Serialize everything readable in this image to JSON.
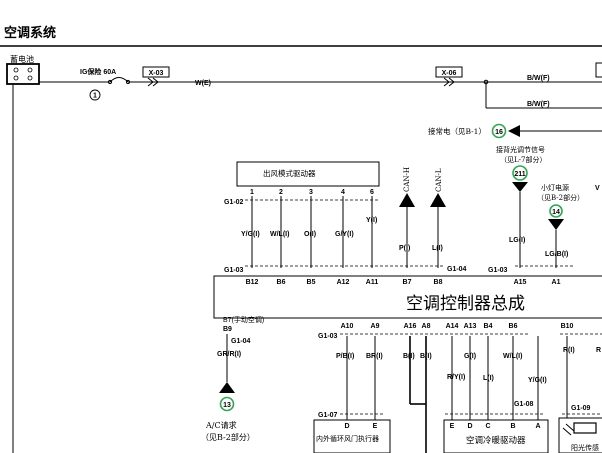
{
  "title": "空调系统",
  "battery": {
    "label": "蓄电池"
  },
  "fuse": {
    "label": "IG保险 60A",
    "number": "1"
  },
  "connectors": {
    "x03": "X-03",
    "x06": "X-06"
  },
  "wires": {
    "w_e": "W(E)",
    "bw1": "B/W(F)",
    "bw2": "B/W(F)"
  },
  "ref_arrow": {
    "text": "接常电（见B-1）",
    "number": "16"
  },
  "backlight": {
    "line1": "接背光调节信号",
    "line2": "（见L-7部分）",
    "number": "211",
    "wire": "LG(I)"
  },
  "small_lamp": {
    "line1": "小灯电源",
    "line2": "（见B-2部分）",
    "number": "14",
    "wire": "LG/B(I)"
  },
  "side_letter": "V",
  "vent_mode": {
    "title": "出风模式驱动器",
    "pins": [
      "1",
      "2",
      "3",
      "4",
      "6"
    ],
    "wires": [
      "Y/G(I)",
      "W/L(I)",
      "O(I)",
      "G/Y(I)",
      "Y(I)"
    ]
  },
  "can": {
    "h": "CAN-H",
    "l": "CAN-L",
    "wire_h": "P(I)",
    "wire_l": "L(I)"
  },
  "conn_labels": {
    "g102": "G1-02",
    "g103": "G1-03",
    "g104": "G1-04",
    "g104b": "G1-04",
    "g103b": "G1-03",
    "g103c": "G1-03",
    "g107": "G1-07",
    "g108": "G1-08",
    "g109": "G1-09"
  },
  "top_pins": [
    "B12",
    "B6",
    "B5",
    "A12",
    "A11",
    "B7",
    "B8",
    "A15",
    "A1"
  ],
  "controller": {
    "title": "空调控制器总成",
    "b7": "B7(手动空调)",
    "b9": "B9"
  },
  "bottom_pins": [
    "A10",
    "A9",
    "A16",
    "A8",
    "A14",
    "A13",
    "B4",
    "B6",
    "B10"
  ],
  "bottom_wires": {
    "pb": "P/B(I)",
    "br": "BR(I)",
    "b1": "B(I)",
    "b2": "B(I)",
    "g": "G(I)",
    "wl": "W/L(I)",
    "ry": "R/Y(I)",
    "l": "L(I)",
    "yg": "Y/G(I)",
    "r": "R(I)",
    "r2": "R",
    "grr": "GR/R(I)"
  },
  "ac_request": {
    "line1": "A/C请求",
    "line2": "（见B-2部分）",
    "number": "13"
  },
  "recirc": {
    "title": "内外循环风门执行器",
    "pins": [
      "D",
      "E"
    ]
  },
  "mix": {
    "title": "空调冷暖驱动器",
    "pins": [
      "E",
      "D",
      "C",
      "B",
      "A"
    ]
  },
  "sun_sensor": {
    "title": "阳光传感"
  }
}
